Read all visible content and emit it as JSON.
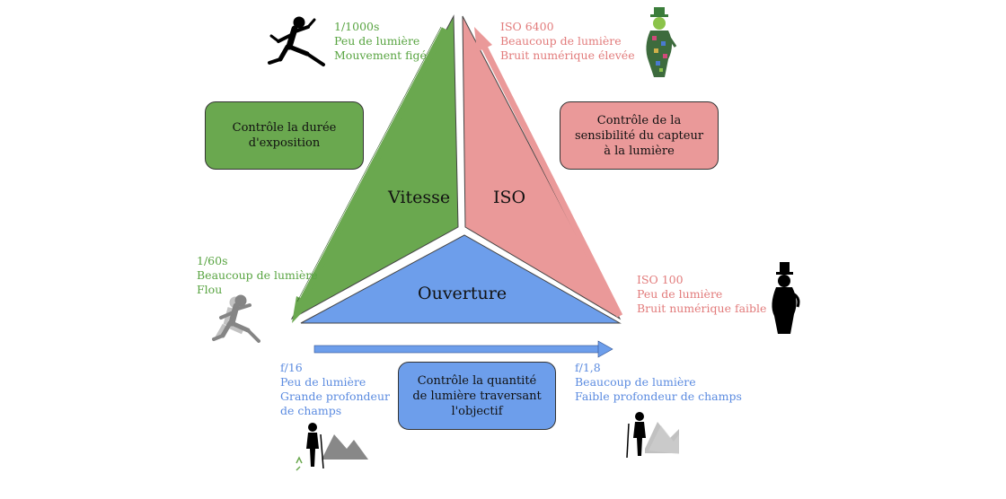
{
  "triangle": {
    "vitesse": "Vitesse",
    "iso": "ISO",
    "ouverture": "Ouverture"
  },
  "boxes": {
    "exposure_duration": "Contrôle la durée\nd'exposition",
    "sensor_sensitivity": "Contrôle de la\nsensibilité du capteur\nà la lumière",
    "light_quantity": "Contrôle la quantité\nde lumière traversant\nl'objectif"
  },
  "vitesse_fast": {
    "value": "1/1000s",
    "line1": "Peu de lumière",
    "line2": "Mouvement figé"
  },
  "vitesse_slow": {
    "value": "1/60s",
    "line1": "Beaucoup de lumière",
    "line2": "Flou"
  },
  "iso_high": {
    "value": "ISO 6400",
    "line1": "Beaucoup de lumière",
    "line2": "Bruit numérique élevée"
  },
  "iso_low": {
    "value": "ISO 100",
    "line1": "Peu de lumière",
    "line2": "Bruit numérique faible"
  },
  "aperture_small": {
    "value": "f/16",
    "line1": "Peu de lumière",
    "line2": "Grande profondeur",
    "line3": "de champs"
  },
  "aperture_large": {
    "value": "f/1,8",
    "line1": "Beaucoup de lumière",
    "line2": "Faible profondeur de champs"
  },
  "colors": {
    "green": "#6aa84f",
    "pink": "#ea9999",
    "blue": "#6d9eeb"
  }
}
